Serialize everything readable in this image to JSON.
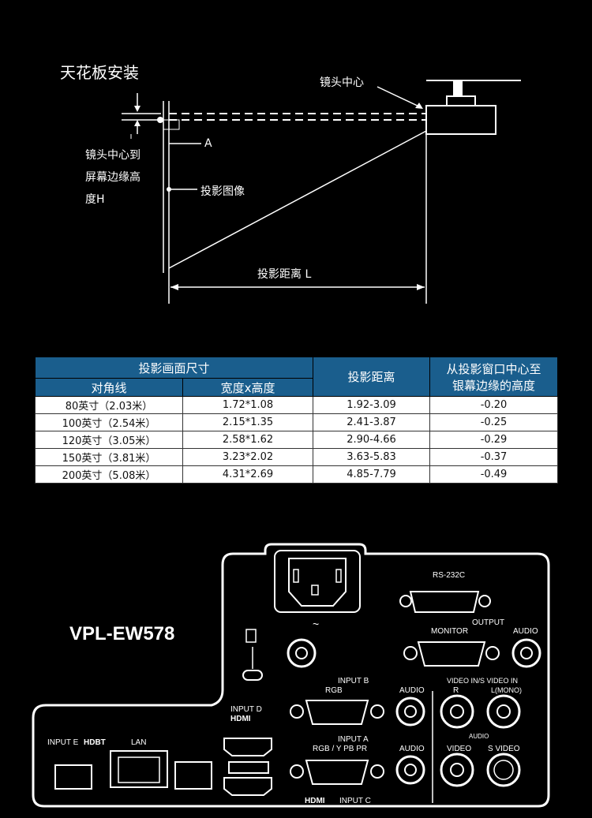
{
  "diagram": {
    "title": "天花板安装",
    "lens_center": "镜头中心",
    "lens_to_screen_line1": "镜头中心到",
    "lens_to_screen_line2": "屏幕边缘高",
    "lens_to_screen_line3": "度H",
    "point_a": "A",
    "projected_image": "投影图像",
    "throw_distance": "投影距离 L"
  },
  "table": {
    "header_screen": "投影画面尺寸",
    "header_diagonal": "对角线",
    "header_wh": "宽度x高度",
    "header_distance": "投影距离",
    "header_offset_line1": "从投影窗口中心至",
    "header_offset_line2": "银幕边缘的高度",
    "rows": [
      {
        "diagonal": "80英寸（2.03米）",
        "wh": "1.72*1.08",
        "distance": "1.92-3.09",
        "offset": "-0.20"
      },
      {
        "diagonal": "100英寸（2.54米）",
        "wh": "2.15*1.35",
        "distance": "2.41-3.87",
        "offset": "-0.25"
      },
      {
        "diagonal": "120英寸（3.05米）",
        "wh": "2.58*1.62",
        "distance": "2.90-4.66",
        "offset": "-0.29"
      },
      {
        "diagonal": "150英寸（3.81米）",
        "wh": "3.23*2.02",
        "distance": "3.63-5.83",
        "offset": "-0.37"
      },
      {
        "diagonal": "200英寸（5.08米）",
        "wh": "4.31*2.69",
        "distance": "4.85-7.79",
        "offset": "-0.49"
      }
    ]
  },
  "model": "VPL-EW578",
  "panel": {
    "rs232c": "RS-232C",
    "output": "OUTPUT",
    "monitor": "MONITOR",
    "audio": "AUDIO",
    "input_b": "INPUT B",
    "rgb": "RGB",
    "video_ins_label": "VIDEO IN/S VIDEO IN",
    "r": "R",
    "l_mono": "L(MONO)",
    "audio_small": "AUDIO",
    "input_a": "INPUT A",
    "rgb_ypbpr": "RGB / Y PB PR",
    "video": "VIDEO",
    "s_video": "S VIDEO",
    "input_d": "INPUT D",
    "hdmi": "HDMI",
    "input_c": "INPUT C",
    "input_e": "INPUT E",
    "hdbt": "HDBT",
    "lan": "LAN",
    "tilde": "~"
  }
}
